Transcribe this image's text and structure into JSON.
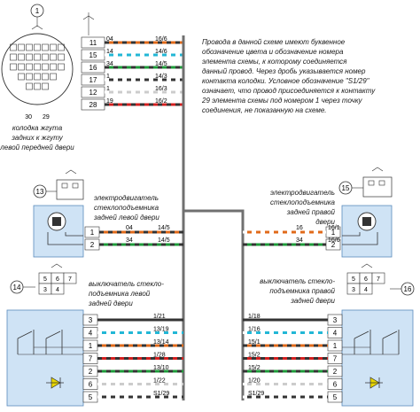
{
  "connector": {
    "id": "1",
    "pins_left": "30",
    "pins_right": "29",
    "caption": [
      "колодка жгута",
      "задних к жгуту",
      "левой передней двери"
    ]
  },
  "connector_pins": [
    {
      "pin": "11",
      "wire": "04",
      "code": "16/6",
      "colors": [
        "#e06a1a",
        "#333333"
      ]
    },
    {
      "pin": "15",
      "wire": "14",
      "code": "14/6",
      "colors": [
        "#22b7d6",
        "#ffffff"
      ]
    },
    {
      "pin": "16",
      "wire": "34",
      "code": "14/5",
      "colors": [
        "#1e9b3a",
        "#333333"
      ]
    },
    {
      "pin": "17",
      "wire": "1",
      "code": "14/3",
      "colors": [
        "#333333",
        "#ffffff"
      ]
    },
    {
      "pin": "12",
      "wire": "1",
      "code": "16/3",
      "colors": [
        "#cccccc",
        "#ffffff"
      ]
    },
    {
      "pin": "28",
      "wire": "19",
      "code": "16/2",
      "colors": [
        "#d42020",
        "#333333"
      ]
    }
  ],
  "note": [
    "Провода в данной схеме имеют буквенное",
    "обозначение цвета и обозначение номера",
    "элемента схемы, к которому соединяется",
    "данный провод. Через дробь указывается номер",
    "контакта колодки. Условное обозначение \"S1/29\"",
    "означает, что провод присоединяется к контакту",
    "29 элемента схемы под номером 1 через точку",
    "соединения, не показанную на схеме."
  ],
  "motor_left": {
    "id": "13",
    "title": [
      "электродвигатель",
      "стеклоподъемника",
      "задней левой двери"
    ],
    "pins": [
      {
        "pin": "1",
        "wire": "04",
        "code": "14/5",
        "colors": [
          "#e06a1a",
          "#333333"
        ]
      },
      {
        "pin": "2",
        "wire": "34",
        "code": "14/5",
        "colors": [
          "#1e9b3a",
          "#333333"
        ]
      }
    ]
  },
  "motor_right": {
    "id": "15",
    "title": [
      "электродвигатель",
      "стеклоподъемника",
      "задней правой",
      "двери"
    ],
    "pins": [
      {
        "pin": "1",
        "wire": "16",
        "code": "16/1",
        "colors": [
          "#e06a1a",
          "#ffffff"
        ]
      },
      {
        "pin": "2",
        "wire": "34",
        "code": "16/6",
        "colors": [
          "#1e9b3a",
          "#333333"
        ]
      }
    ]
  },
  "switch_left": {
    "id": "14",
    "title": [
      "выключатель стекло-",
      "подъемника левой",
      "задней двери"
    ],
    "grid": [
      "5",
      "6",
      "7",
      "3",
      "4"
    ],
    "pins": [
      {
        "pin": "3",
        "code": "1/21",
        "colors": [
          "#333333",
          "#333333"
        ]
      },
      {
        "pin": "4",
        "code": "13/19",
        "colors": [
          "#22b7d6",
          "#ffffff"
        ]
      },
      {
        "pin": "1",
        "code": "13/14",
        "colors": [
          "#e06a1a",
          "#333333"
        ]
      },
      {
        "pin": "7",
        "code": "1/28",
        "colors": [
          "#d42020",
          "#333333"
        ]
      },
      {
        "pin": "2",
        "code": "13/10",
        "colors": [
          "#1e9b3a",
          "#333333"
        ]
      },
      {
        "pin": "6",
        "code": "1/22",
        "colors": [
          "#cccccc",
          "#ffffff"
        ]
      },
      {
        "pin": "5",
        "code": "S1/29",
        "colors": [
          "#333333",
          "#ffffff"
        ]
      }
    ]
  },
  "switch_right": {
    "id": "16",
    "title": [
      "выключатель стекло-",
      "подъемника правой",
      "задней двери"
    ],
    "grid": [
      "5",
      "6",
      "7",
      "3",
      "4"
    ],
    "pins": [
      {
        "pin": "3",
        "code": "1/18",
        "colors": [
          "#333333",
          "#333333"
        ]
      },
      {
        "pin": "4",
        "code": "1/16",
        "colors": [
          "#22b7d6",
          "#ffffff"
        ]
      },
      {
        "pin": "1",
        "code": "15/1",
        "colors": [
          "#e06a1a",
          "#333333"
        ]
      },
      {
        "pin": "7",
        "code": "15/2",
        "colors": [
          "#d42020",
          "#333333"
        ]
      },
      {
        "pin": "2",
        "code": "15/2",
        "colors": [
          "#1e9b3a",
          "#333333"
        ]
      },
      {
        "pin": "6",
        "code": "1/20",
        "colors": [
          "#cccccc",
          "#ffffff"
        ]
      },
      {
        "pin": "5",
        "code": "S1/29",
        "colors": [
          "#333333",
          "#ffffff"
        ]
      }
    ]
  },
  "colors": {
    "block_fill": "#cfe3f5",
    "trunk": "#707070",
    "led": "#e8d600"
  }
}
